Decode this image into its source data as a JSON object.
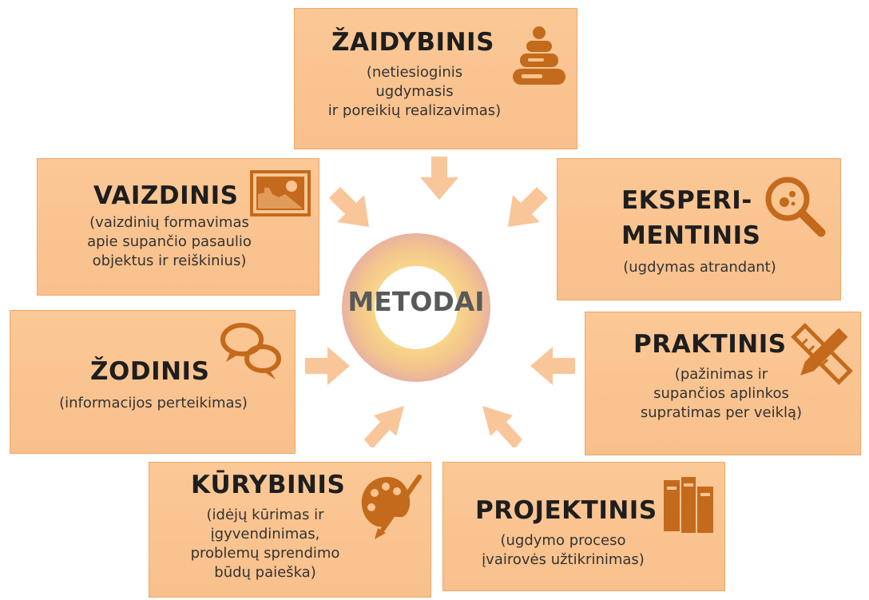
{
  "center": {
    "label": "METODAI"
  },
  "methods": {
    "zaidybinis": {
      "title": "ŽAIDYBINIS",
      "description": "(netiesioginis\nugdymasis\nir poreikių realizavimas)",
      "icon": "stacking-rings-icon"
    },
    "vaizdinis": {
      "title": "VAIZDINIS",
      "description": "(vaizdinių formavimas\napie supančio pasaulio\nobjektus ir reiškinius)",
      "icon": "picture-icon"
    },
    "eksperimentinis": {
      "title_line1": "EKSPERI-",
      "title_line2": "MENTINIS",
      "description": "(ugdymas atrandant)",
      "icon": "magnifier-icon"
    },
    "zodinis": {
      "title": "ŽODINIS",
      "description": "(informacijos perteikimas)",
      "icon": "speech-bubbles-icon"
    },
    "praktinis": {
      "title": "PRAKTINIS",
      "description": "(pažinimas ir\nsupančios aplinkos\nsupratimas per veiklą)",
      "icon": "ruler-pencil-icon"
    },
    "kurybinis": {
      "title": "KŪRYBINIS",
      "description": "(idėjų kūrimas ir\nįgyvendinimas,\nproblemų sprendimo\nbūdų paieška)",
      "icon": "palette-icon"
    },
    "projektinis": {
      "title": "PROJEKTINIS",
      "description": "(ugdymo proceso\nįvairovės užtikrinimas)",
      "icon": "books-icon"
    }
  },
  "colors": {
    "box": "#f9c490",
    "icon": "#c46a1c",
    "arrow": "#f9c69a"
  }
}
